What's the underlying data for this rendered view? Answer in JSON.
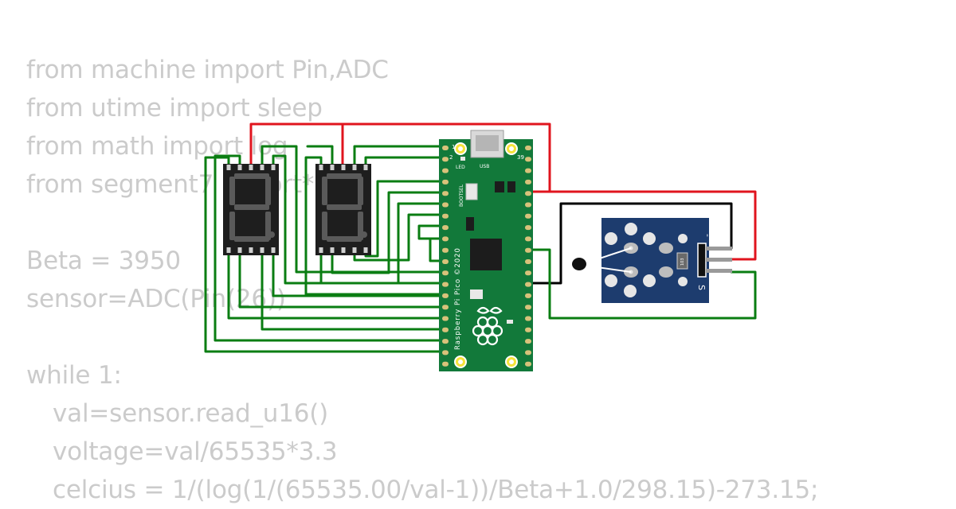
{
  "code_lines": [
    {
      "text": "from machine import Pin,ADC",
      "indent": false
    },
    {
      "text": "from utime import sleep",
      "indent": false
    },
    {
      "text": "from math import log",
      "indent": false
    },
    {
      "text": "from segment7 import*",
      "indent": false
    },
    {
      "text": "",
      "indent": false
    },
    {
      "text": "Beta = 3950",
      "indent": false
    },
    {
      "text": "sensor=ADC(Pin(26))",
      "indent": false
    },
    {
      "text": "",
      "indent": false
    },
    {
      "text": "while 1:",
      "indent": false
    },
    {
      "text": "val=sensor.read_u16()",
      "indent": true
    },
    {
      "text": "voltage=val/65535*3.3",
      "indent": true
    },
    {
      "text": "celcius = 1/(log(1/(65535.00/val-1))/Beta+1.0/298.15)-273.15;",
      "indent": true
    }
  ],
  "board": {
    "silk_main": "Raspberry Pi Pico ©2020",
    "silk_bootsel": "BOOTSEL",
    "silk_led": "LED",
    "silk_usb": "USB",
    "pin_1": "1",
    "pin_2": "2",
    "pin_39": "39"
  },
  "sensor_module": {
    "pin_minus": "-",
    "pin_s": "S",
    "resistor_code": "103"
  },
  "colors": {
    "wire_power": "#e0141e",
    "wire_ground": "#000000",
    "wire_signal": "#0a7d12",
    "pcb_green": "#12793a",
    "module_blue": "#1d3c6e",
    "display_body": "#1e1e1e",
    "segment_off": "#5a5a5a",
    "code_text": "#cbcbcb"
  },
  "icons": [
    "raspberry-logo-icon",
    "usb-connector-icon",
    "thermistor-icon"
  ]
}
